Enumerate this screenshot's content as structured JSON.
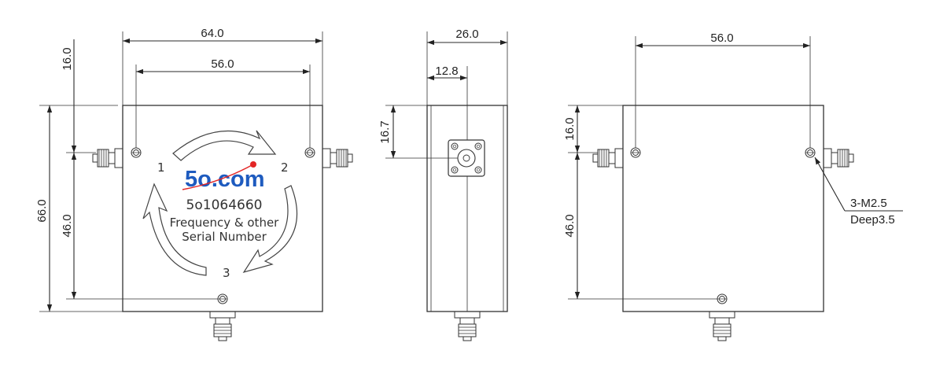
{
  "brand": {
    "logo_text": "5o.com",
    "color": "#1e5bbf",
    "dot_color": "#e32626"
  },
  "front": {
    "model": "5o1064660",
    "info_line1": "Frequency & other",
    "info_line2": "Serial Number",
    "port1": "1",
    "port2": "2",
    "port3": "3",
    "dim_width": "64.0",
    "dim_holes": "56.0",
    "dim_top": "16.0",
    "dim_height": "66.0",
    "dim_lower": "46.0"
  },
  "side": {
    "dim_depth": "26.0",
    "dim_center": "12.8",
    "dim_conn": "16.7"
  },
  "back": {
    "dim_holes": "56.0",
    "dim_top": "16.0",
    "dim_lower": "46.0",
    "hole_note1": "3-M2.5",
    "hole_note2": "Deep3.5"
  }
}
